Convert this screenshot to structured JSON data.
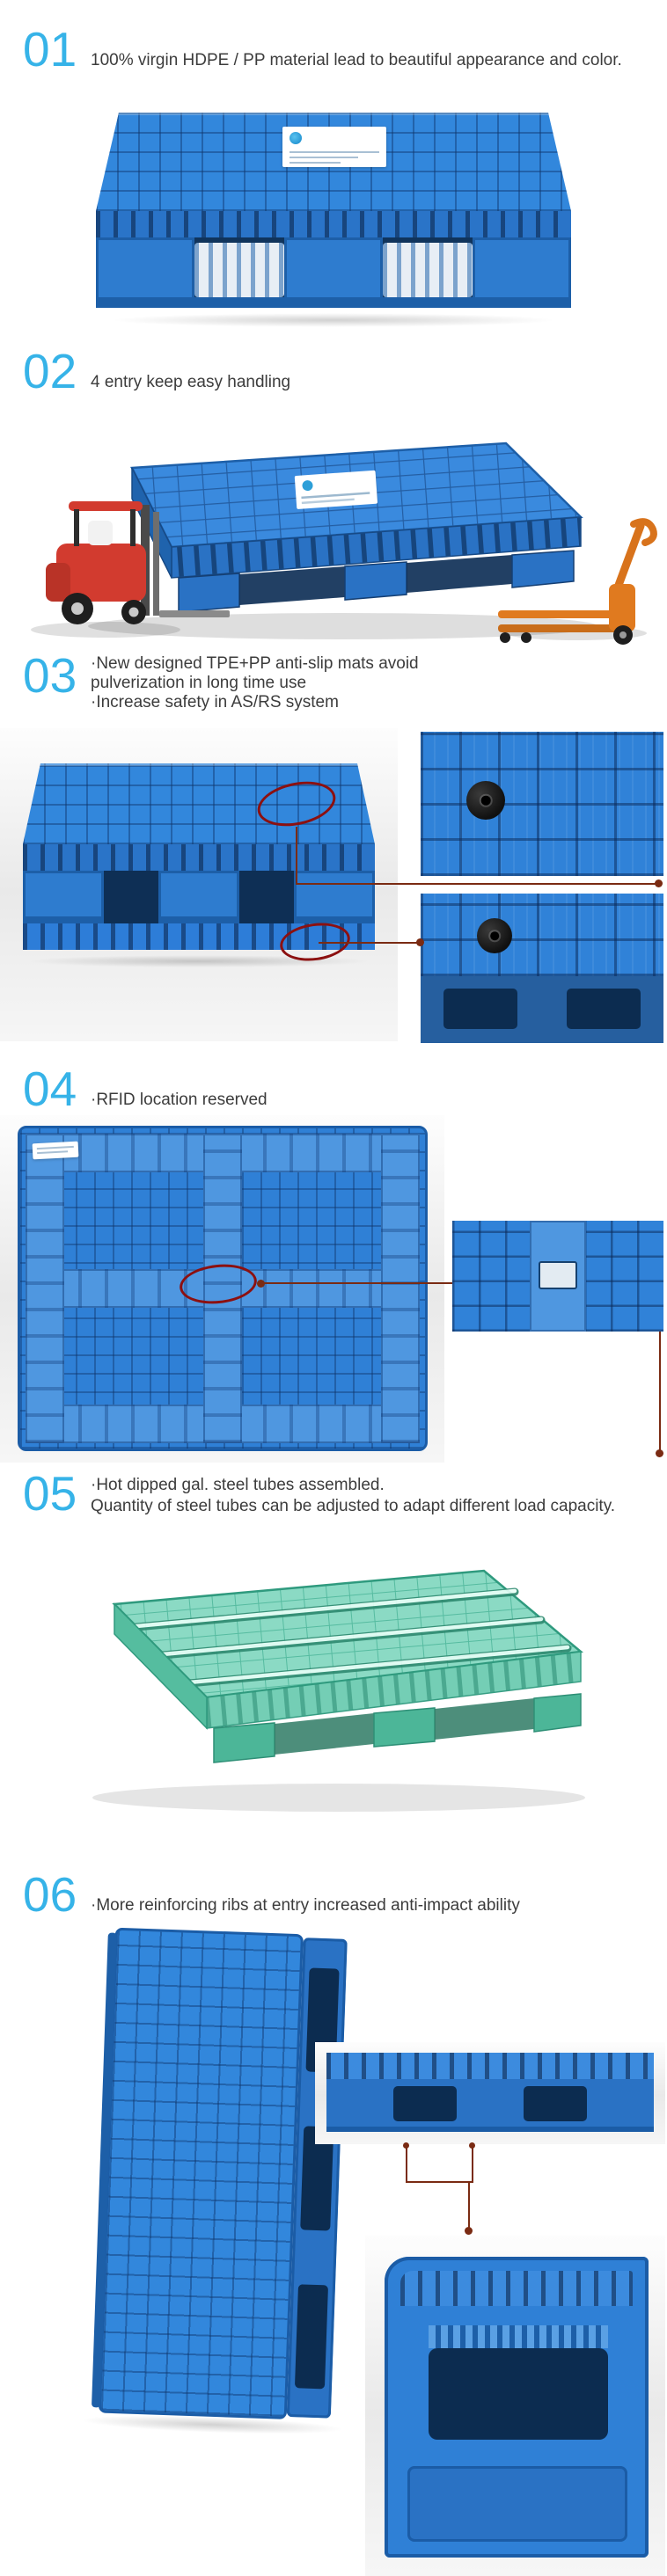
{
  "page": {
    "background_color": "#ffffff",
    "accent_number_color": "#36b3e8",
    "body_text_color": "#3c3c3c",
    "pallet_blue": "#2f80d6",
    "pallet_green": "#7fd6bd",
    "highlight_red": "#8c1010",
    "connector_brown": "#7a2b13"
  },
  "sections": [
    {
      "number": "01",
      "lines": [
        "100% virgin HDPE / PP material lead to beautiful appearance and color."
      ]
    },
    {
      "number": "02",
      "lines": [
        "4 entry keep easy handling"
      ]
    },
    {
      "number": "03",
      "lines": [
        "·New designed TPE+PP anti-slip mats avoid",
        "pulverization in long time use",
        "·Increase safety in AS/RS system"
      ]
    },
    {
      "number": "04",
      "lines": [
        "·RFID location reserved"
      ]
    },
    {
      "number": "05",
      "lines": [
        "·Hot dipped gal. steel tubes assembled.",
        "Quantity of steel tubes can be adjusted to adapt different load capacity."
      ]
    },
    {
      "number": "06",
      "lines": [
        "·More reinforcing ribs at entry increased anti-impact ability"
      ]
    }
  ]
}
